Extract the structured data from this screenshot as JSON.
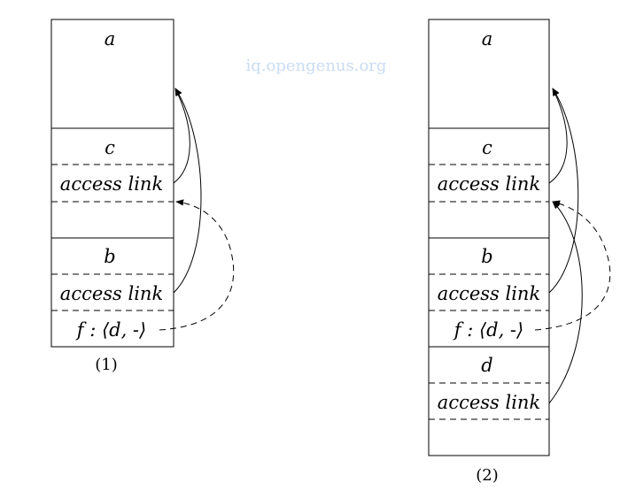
{
  "watermark": "iq.opengenus.org",
  "stack1": {
    "caption": "(1)",
    "frames": {
      "a": "a",
      "c": "c",
      "c_link": "access link",
      "b": "b",
      "b_link": "access link",
      "b_closure": "f : ⟨d, -⟩"
    }
  },
  "stack2": {
    "caption": "(2)",
    "frames": {
      "a": "a",
      "c": "c",
      "c_link": "access link",
      "b": "b",
      "b_link": "access link",
      "b_closure": "f : ⟨d, -⟩",
      "d": "d",
      "d_link": "access link"
    }
  }
}
